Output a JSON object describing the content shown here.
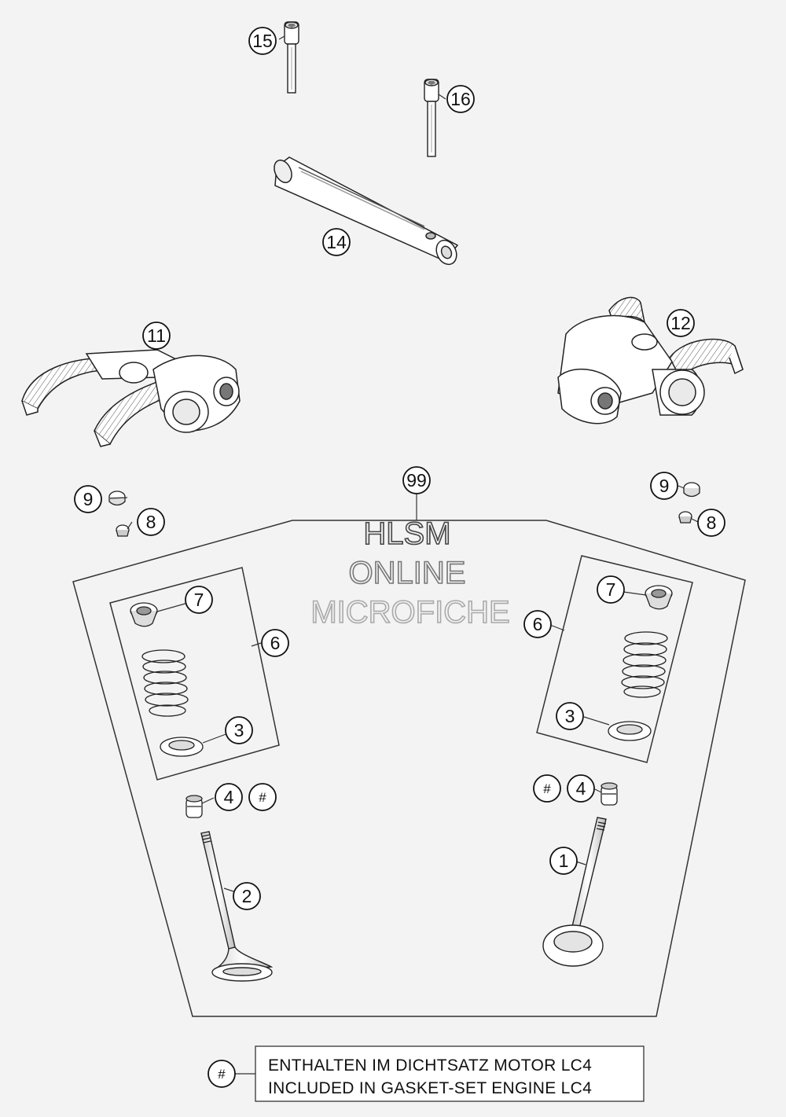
{
  "callouts": {
    "c1": "1",
    "c2": "2",
    "c3a": "3",
    "c3b": "3",
    "c4a": "4",
    "c4b": "4",
    "c6a": "6",
    "c6b": "6",
    "c7a": "7",
    "c7b": "7",
    "c8a": "8",
    "c8b": "8",
    "c9a": "9",
    "c9b": "9",
    "c11": "11",
    "c12": "12",
    "c14": "14",
    "c15": "15",
    "c16": "16",
    "c99": "99",
    "hash_a": "#",
    "hash_b": "#",
    "hash_legend": "#"
  },
  "legend": {
    "line1": "ENTHALTEN IM DICHTSATZ MOTOR LC4",
    "line2": "INCLUDED IN GASKET-SET ENGINE LC4"
  },
  "watermark": {
    "line1": "HLSM",
    "line2": "ONLINE",
    "line3": "MICROFICHE"
  },
  "colors": {
    "background": "#f3f3f3",
    "line": "#222222",
    "part_fill": "#ffffff",
    "part_shade": "#d4d4d4",
    "watermark": "#888888"
  }
}
